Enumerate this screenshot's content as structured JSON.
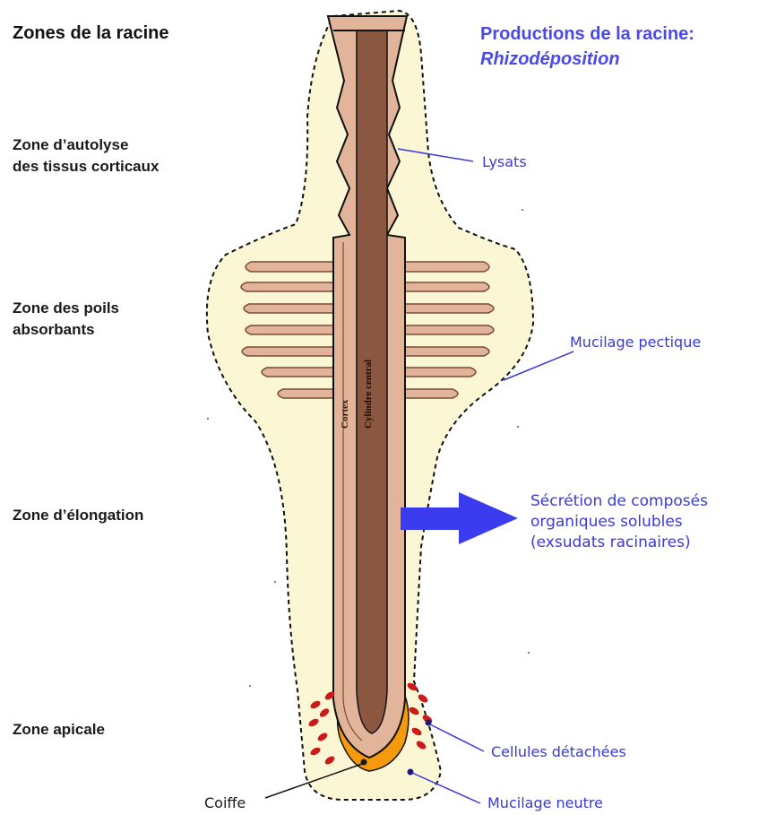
{
  "title_left": "Zones de la racine",
  "title_right": {
    "line1": "Productions de la racine:",
    "line2": "Rhizodéposition"
  },
  "zones": {
    "autolyse": [
      "Zone d’autolyse",
      "des tissus corticaux"
    ],
    "poils": [
      "Zone des poils",
      "absorbants"
    ],
    "elongation": [
      "Zone d’élongation"
    ],
    "apicale": [
      "Zone apicale"
    ]
  },
  "annotations": {
    "lysats": "Lysats",
    "mucilage_pectique": "Mucilage pectique",
    "secretion": [
      "Sécrétion de composés",
      "organiques solubles",
      "(exsudats racinaires)"
    ],
    "cellules": "Cellules détachées",
    "mucilage_neutre": "Mucilage neutre",
    "coiffe": "Coiffe"
  },
  "root_labels": {
    "cortex": "Cortex",
    "cylindre": "Cylindre central"
  },
  "colors": {
    "mucilage": "#fbf6d4",
    "cortex": "#e2b49a",
    "cylinder": "#8b5740",
    "coiffe": "#f59a0c",
    "cells": "#cc1a1a",
    "arrow": "#3b3bf0",
    "label_blue": "#3a3ad8",
    "title_blue": "#4a4ae8"
  }
}
